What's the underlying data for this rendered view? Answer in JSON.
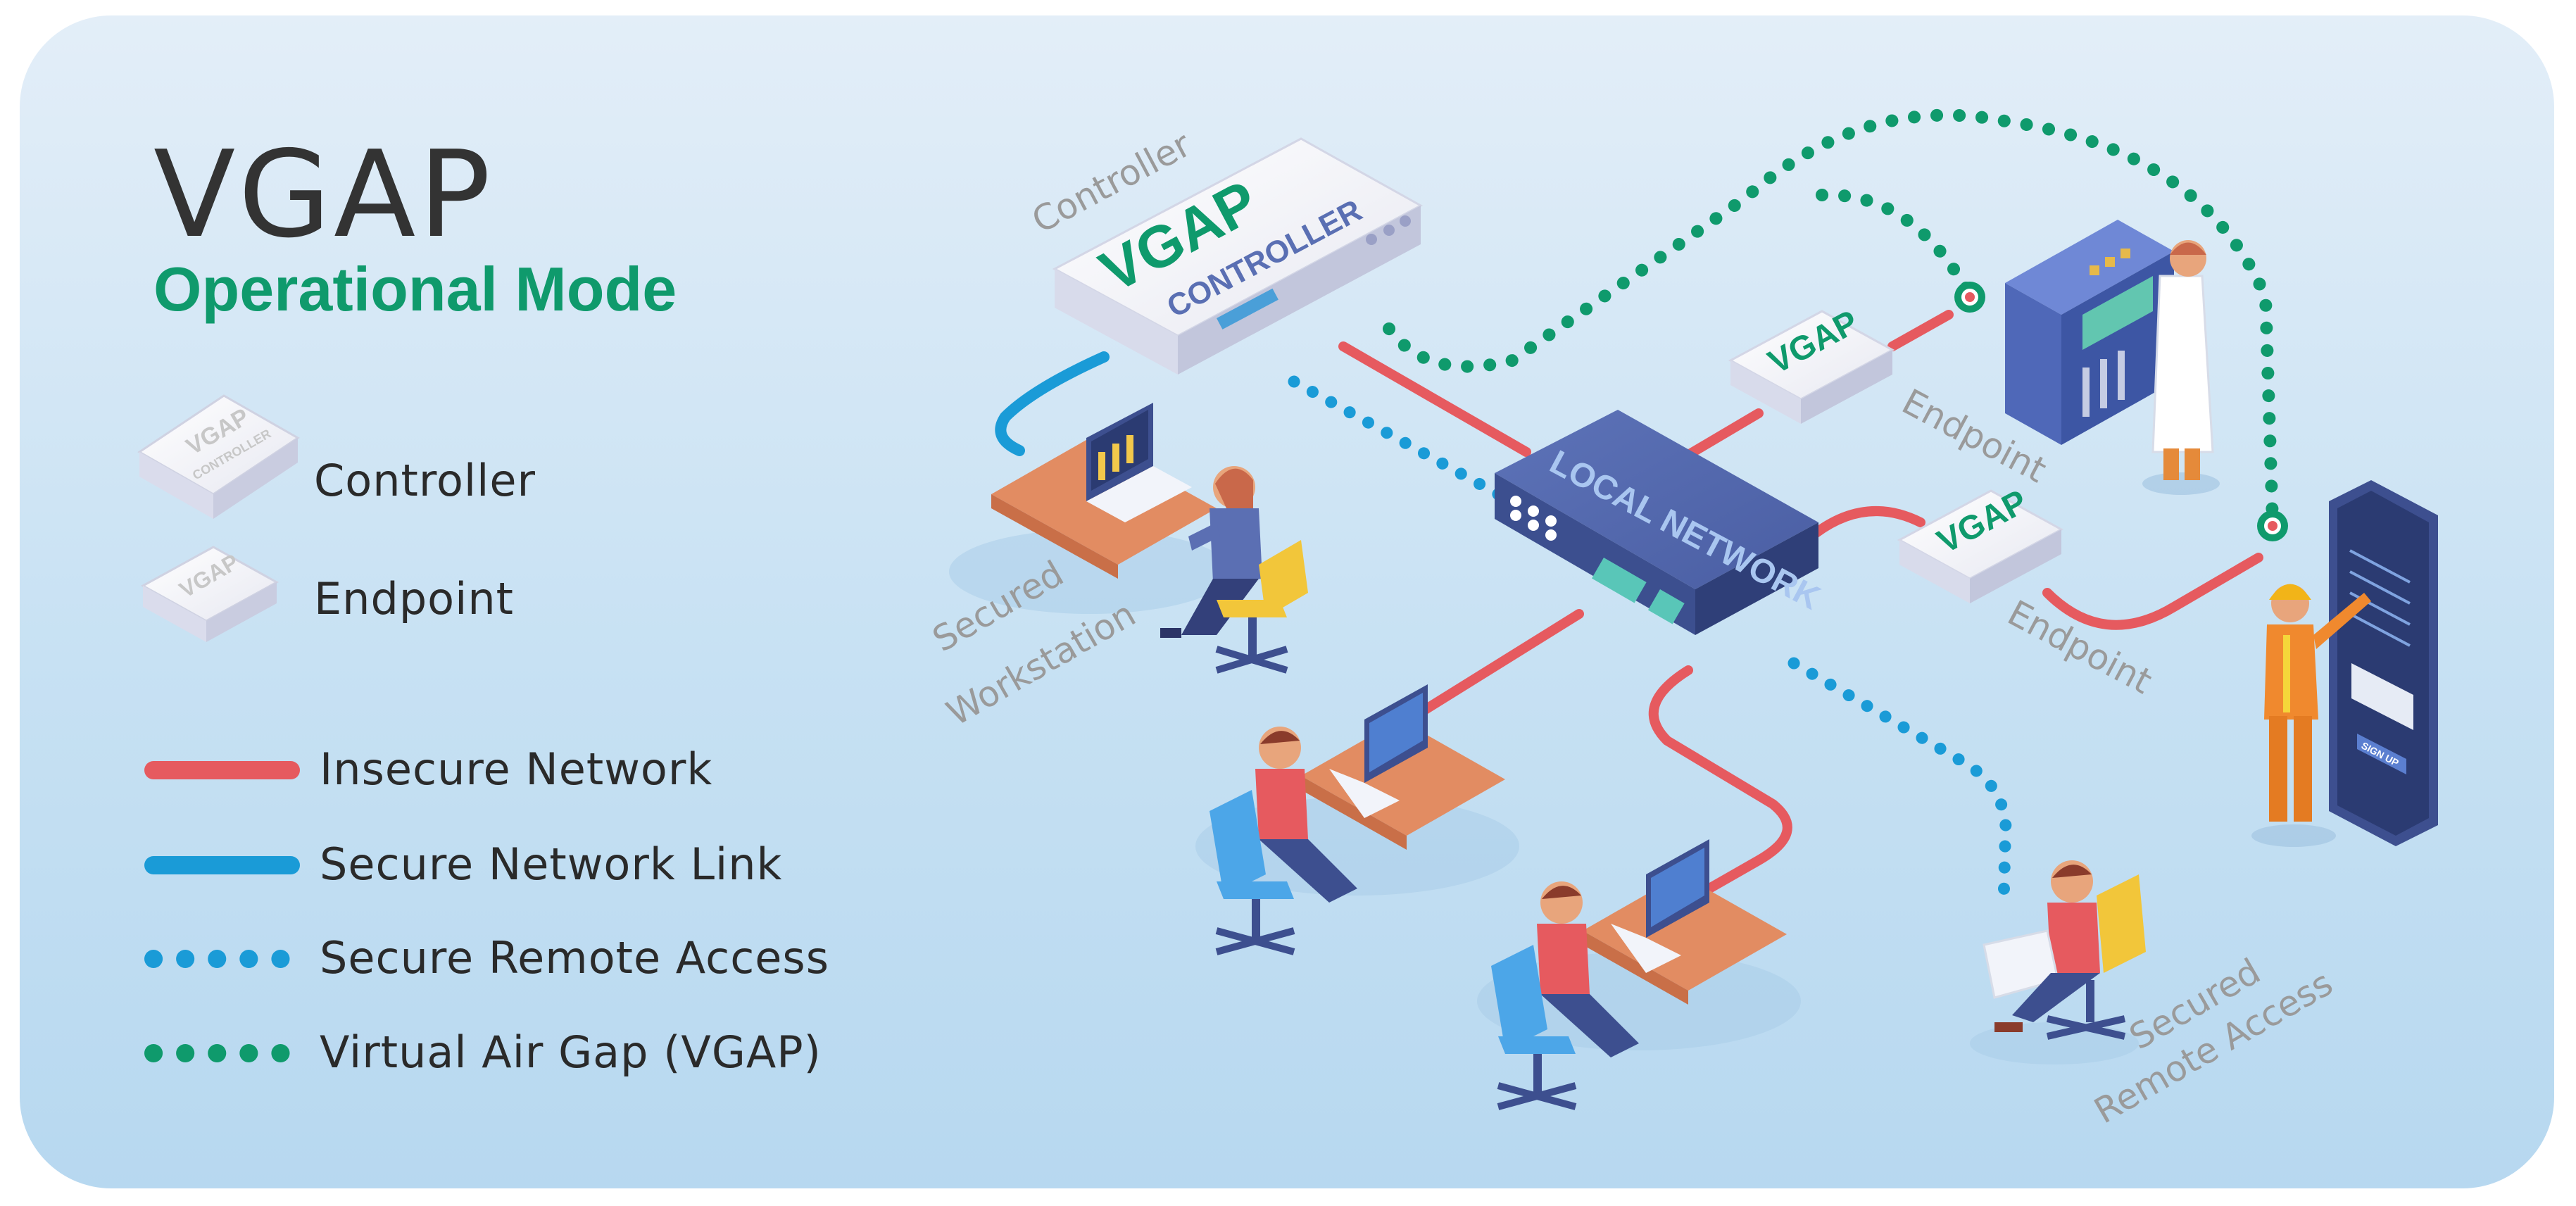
{
  "header": {
    "title": "VGAP",
    "subtitle": "Operational Mode"
  },
  "legend": {
    "devices": [
      {
        "label": "Controller",
        "icon": "controller-device-icon"
      },
      {
        "label": "Endpoint",
        "icon": "endpoint-device-icon"
      }
    ],
    "lines": [
      {
        "label": "Insecure Network",
        "style": "solid",
        "color": "#e65a5f"
      },
      {
        "label": "Secure Network Link",
        "style": "solid",
        "color": "#1a9bd7"
      },
      {
        "label": "Secure Remote Access",
        "style": "dotted",
        "color": "#1a9bd7"
      },
      {
        "label": "Virtual Air Gap (VGAP)",
        "style": "dotted",
        "color": "#0f9a6c"
      }
    ]
  },
  "diagram": {
    "controller_label": "Controller",
    "controller_device_line1": "VGAP",
    "controller_device_line2": "CONTROLLER",
    "switch_label": "LOCAL NETWORK",
    "endpoint_top_label": "Endpoint",
    "endpoint_top_device": "VGAP",
    "endpoint_mid_label": "Endpoint",
    "endpoint_mid_device": "VGAP",
    "workstation_label_line1": "Secured",
    "workstation_label_line2": "Workstation",
    "remote_label_line1": "Secured",
    "remote_label_line2": "Remote Access",
    "phone_button": "SIGN UP",
    "legend_controller_device_line1": "VGAP",
    "legend_controller_device_line2": "CONTROLLER",
    "legend_endpoint_device": "VGAP"
  },
  "colors": {
    "insecure": "#e65a5f",
    "secure_link": "#1a9bd7",
    "remote_access": "#1a9bd7",
    "vgap": "#0f9a6c",
    "title_accent": "#0f9a6c"
  }
}
